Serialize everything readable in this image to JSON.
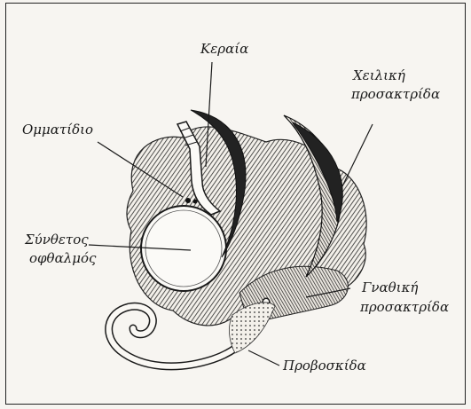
{
  "labels": {
    "antenna": "Κεραία",
    "ommatidium": "Ομματίδιο",
    "compound_eye_1": "Σύνθετος",
    "compound_eye_2": "οφθαλμός",
    "labial_palp_1": "Χειλική",
    "labial_palp_2": "προσακτρίδα",
    "maxillary_palp_1": "Γναθική",
    "maxillary_palp_2": "προσακτρίδα",
    "proboscis": "Προβοσκίδα"
  },
  "colors": {
    "ink": "#1a1a1a",
    "paper": "#f7f5f1"
  }
}
